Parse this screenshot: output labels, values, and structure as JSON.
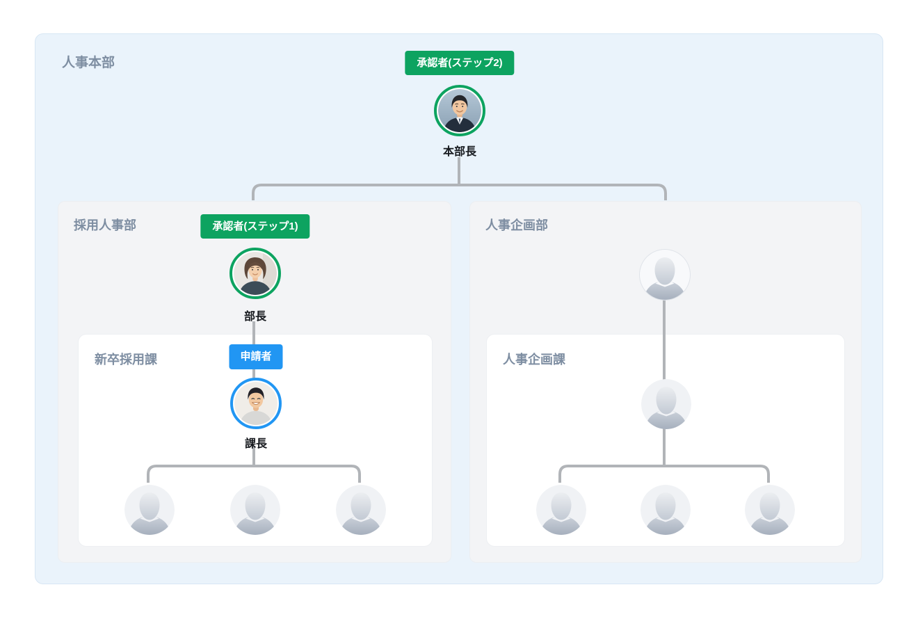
{
  "colors": {
    "accent_green": "#0DA360",
    "accent_blue": "#2196F3",
    "line_gray": "#B1B4B8",
    "container_bg": "#EAF3FB",
    "container_border": "#D7E6F4",
    "panel_bg": "#F3F4F6",
    "panel_border": "#ECEEF1",
    "card_bg": "#FFFFFF",
    "card_border": "#EDEFF2",
    "title_text": "#7E8EA2",
    "label_text": "#16191E",
    "badge_text": "#FFFFFF"
  },
  "division": {
    "title": "人事本部",
    "approver_badge": "承認者(ステップ2)",
    "head_label": "本部長"
  },
  "recruitment_dept": {
    "title": "採用人事部",
    "approver_badge": "承認者(ステップ1)",
    "head_label": "部長",
    "section": {
      "title": "新卒採用課",
      "applicant_badge": "申請者",
      "head_label": "課長",
      "member_count": 3
    }
  },
  "planning_dept": {
    "title": "人事企画部",
    "section": {
      "title": "人事企画課",
      "member_count": 3
    }
  }
}
